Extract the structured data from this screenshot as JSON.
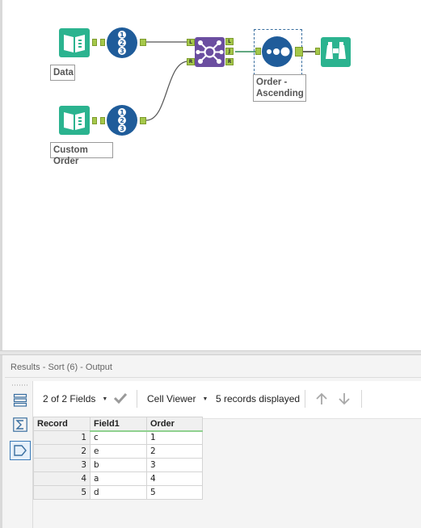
{
  "canvas": {
    "annotations": {
      "data": "Data",
      "custom_order": "Custom Order",
      "sort": "Order -\nAscending"
    },
    "join_anchor_labels": {
      "left_in": "L",
      "right_in": "R",
      "left_out": "L",
      "join_out": "J",
      "right_out": "R"
    },
    "colors": {
      "input_tool": "#2bb38f",
      "select_tool": "#1f5c9a",
      "join_tool": "#6b4ea0",
      "sort_tool": "#1f5c9a",
      "browse_tool": "#2bb38f",
      "anchor": "#a5c84a"
    }
  },
  "results": {
    "title": "Results - Sort (6) - Output",
    "toolbar": {
      "fields_label": "2 of 2 Fields",
      "cell_viewer_label": "Cell Viewer",
      "records_label": "5 records displayed"
    },
    "table": {
      "headers": [
        "Record",
        "Field1",
        "Order"
      ],
      "rows": [
        {
          "record": "1",
          "field1": "c",
          "order": "1"
        },
        {
          "record": "2",
          "field1": "e",
          "order": "2"
        },
        {
          "record": "3",
          "field1": "b",
          "order": "3"
        },
        {
          "record": "4",
          "field1": "a",
          "order": "4"
        },
        {
          "record": "5",
          "field1": "d",
          "order": "5"
        }
      ]
    },
    "side_rail_icons": [
      "table-view-icon",
      "summary-sigma-icon",
      "tag-icon"
    ]
  }
}
